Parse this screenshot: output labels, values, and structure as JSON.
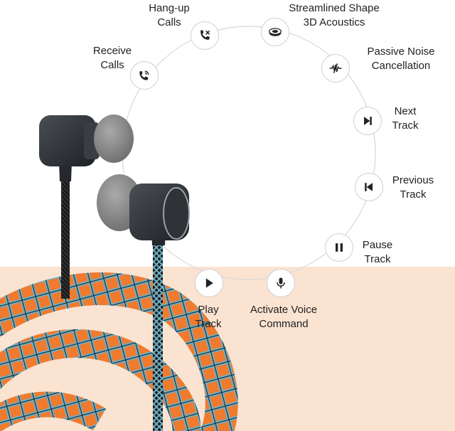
{
  "features": [
    {
      "id": "hangup",
      "icon": "hang-up-phone-icon",
      "lines": [
        "Hang-up",
        "Calls"
      ]
    },
    {
      "id": "shape",
      "icon": "speaker-disc-icon",
      "lines": [
        "Streamlined Shape",
        "3D Acoustics"
      ]
    },
    {
      "id": "receive",
      "icon": "ringing-phone-icon",
      "lines": [
        "Receive",
        "Calls"
      ]
    },
    {
      "id": "noise",
      "icon": "soundwave-slash-icon",
      "lines": [
        "Passive Noise",
        "Cancellation"
      ]
    },
    {
      "id": "next",
      "icon": "next-track-icon",
      "lines": [
        "Next",
        "Track"
      ]
    },
    {
      "id": "previous",
      "icon": "previous-track-icon",
      "lines": [
        "Previous",
        "Track"
      ]
    },
    {
      "id": "pause",
      "icon": "pause-icon",
      "lines": [
        "Pause",
        "Track"
      ]
    },
    {
      "id": "voice",
      "icon": "microphone-icon",
      "lines": [
        "Activate Voice",
        "Command"
      ]
    },
    {
      "id": "play",
      "icon": "play-icon",
      "lines": [
        "Play",
        "Track"
      ]
    }
  ],
  "colors": {
    "cable_orange": "#f07a2e",
    "cable_blue": "#6fb2c9",
    "earbud_body": "#2b2f33",
    "eartip": "#8a8a8a",
    "background_band": "#fbe3d2"
  }
}
